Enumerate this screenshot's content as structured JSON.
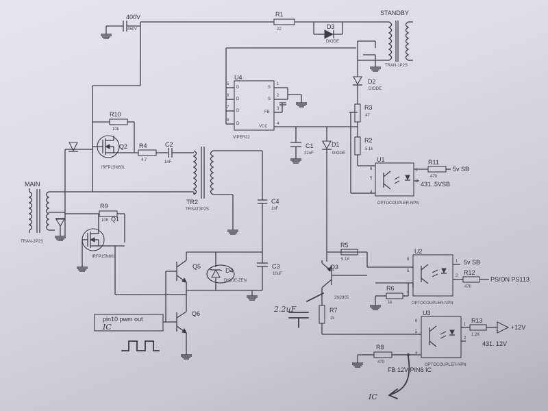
{
  "labels": {
    "v400": "400V",
    "c_in": "450V",
    "r1": "R1",
    "r1_val": "22",
    "d3": "D3",
    "d3_val": "DIODE",
    "standby": "STANDBY",
    "trans_sb": "TRAN-1P2S",
    "d2": "D2",
    "d2_val": "DIODE",
    "r3": "R3",
    "r3_val": "47",
    "r2": "R2",
    "r2_val": "5.1k",
    "u4": "U4",
    "u4_part": "VIPER22",
    "u4_fb": "FB",
    "u4_vcc": "VCC",
    "u4_d": "D",
    "u4_s": "S",
    "c1": "C1",
    "c1_val": "22uF",
    "d1": "D1",
    "d1_val": "DIODE",
    "r10": "R10",
    "r10_val": "10k",
    "q2": "Q2",
    "q2_part": "IRFP15N60L",
    "r4": "R4",
    "r4_val": "4.7",
    "c2": "C2",
    "c2_val": "1nF",
    "tr2": "TR2",
    "tr2_part": "TRSAT2P2S",
    "c4": "C4",
    "c4_val": "1nF",
    "main": "MAIN",
    "trans_main": "TRAN-2P2S",
    "r9": "R9",
    "r9_val": "10K",
    "q1": "Q1",
    "q1_part": "IRFP15N60L",
    "u1": "U1",
    "r11": "R11",
    "r11_val": "470",
    "v5sb_1": "5v SB",
    "u1_tl": "431..5VSB",
    "u1_part": "OPTOCOUPLER-NPN",
    "q5": "Q5",
    "d4": "D4",
    "d4_val": "DIODE-ZEN",
    "c3": "C3",
    "c3_val": "10uF",
    "q3": "Q3",
    "q3_part": "2N2905",
    "r5": "R5",
    "r5_val": "5.1K",
    "u2": "U2",
    "v5sb_2": "5v SB",
    "r12": "R12",
    "r12_val": "470",
    "pson": "PS/ON PS113",
    "r6": "R6",
    "r6_val": "1k",
    "u2_part": "OPTOCOUPLER-NPN",
    "q6": "Q6",
    "pin10": "pin10 pwm out",
    "ic_box": "IC",
    "r7": "R7",
    "r7_val": "1k",
    "u3": "U3",
    "r13": "R13",
    "r13_val": "1.2K",
    "v12": "+12V",
    "tl_12v": "431. 12V",
    "r8": "R8",
    "r8_val": "470",
    "fb12": "FB 12V PIN6 IC",
    "u3_part": "OPTOCOUPLER-NPN",
    "ic_hand": "IC",
    "cap_hand": "2.2uF"
  },
  "pin_numbers": {
    "one": "1",
    "two": "2",
    "three": "3",
    "four": "4",
    "five": "5",
    "six": "6",
    "seven": "7",
    "eight": "8"
  },
  "colors": {
    "ink": "#3d3d44",
    "paper": "#dddce3"
  }
}
